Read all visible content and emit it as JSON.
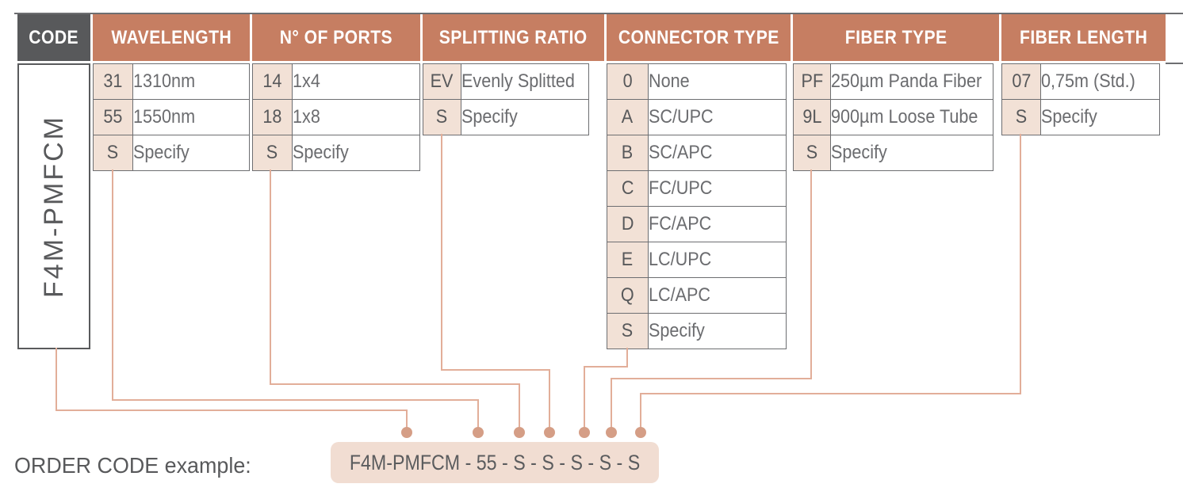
{
  "table": {
    "columns": [
      {
        "id": "code",
        "header": "CODE",
        "code_text": "F4M-PMFCM"
      },
      {
        "id": "wavelength",
        "header": "WAVELENGTH",
        "rows": [
          {
            "code": "31",
            "value": "1310nm"
          },
          {
            "code": "55",
            "value": "1550nm"
          },
          {
            "code": "S",
            "value": "Specify"
          }
        ]
      },
      {
        "id": "ports",
        "header": "N° OF PORTS",
        "rows": [
          {
            "code": "14",
            "value": "1x4"
          },
          {
            "code": "18",
            "value": "1x8"
          },
          {
            "code": "S",
            "value": "Specify"
          }
        ]
      },
      {
        "id": "splitting-ratio",
        "header": "SPLITTING RATIO",
        "rows": [
          {
            "code": "EV",
            "value": "Evenly Splitted"
          },
          {
            "code": "S",
            "value": "Specify"
          }
        ]
      },
      {
        "id": "connector-type",
        "header": "CONNECTOR TYPE",
        "rows": [
          {
            "code": "0",
            "value": "None"
          },
          {
            "code": "A",
            "value": "SC/UPC"
          },
          {
            "code": "B",
            "value": "SC/APC"
          },
          {
            "code": "C",
            "value": "FC/UPC"
          },
          {
            "code": "D",
            "value": "FC/APC"
          },
          {
            "code": "E",
            "value": "LC/UPC"
          },
          {
            "code": "Q",
            "value": "LC/APC"
          },
          {
            "code": "S",
            "value": "Specify"
          }
        ]
      },
      {
        "id": "fiber-type",
        "header": "FIBER TYPE",
        "rows": [
          {
            "code": "PF",
            "value": "250µm Panda Fiber"
          },
          {
            "code": "9L",
            "value": "900µm Loose Tube"
          },
          {
            "code": "S",
            "value": "Specify"
          }
        ]
      },
      {
        "id": "fiber-length",
        "header": "FIBER LENGTH",
        "rows": [
          {
            "code": "07",
            "value": "0,75m (Std.)"
          },
          {
            "code": "S",
            "value": "Specify"
          }
        ]
      }
    ]
  },
  "footer": {
    "label": "ORDER CODE example:",
    "example": "F4M-PMFCM - 55 - S - S - S - S - S"
  },
  "colors": {
    "header_accent": "#c67e62",
    "header_dark": "#58595b",
    "code_cell_bg": "#f2e1d6",
    "example_box_bg": "#f1ddd2",
    "connector_line": "#e2ae99",
    "connector_dot": "#d59e86",
    "cell_border": "#6d6e71",
    "value_text": "#6b6c6f"
  }
}
